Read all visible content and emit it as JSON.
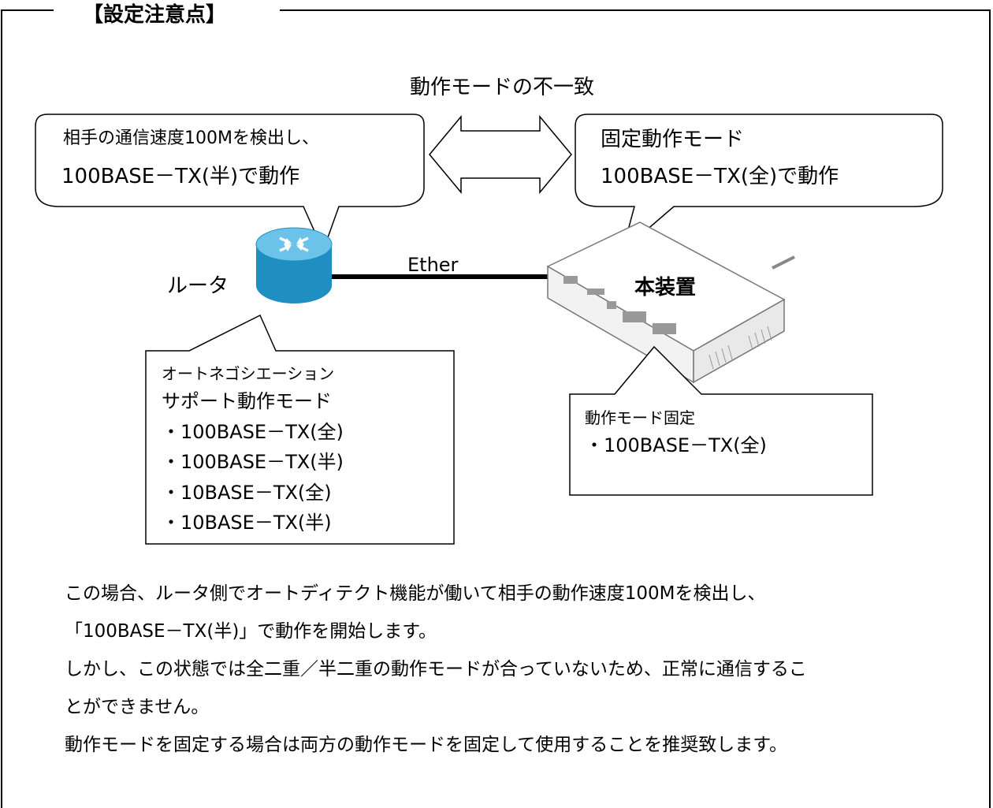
{
  "section_title": "【設定注意点】",
  "mismatch_label": "動作モードの不一致",
  "left_callout": {
    "line1": "相手の通信速度100Mを検出し、",
    "line2": "100BASE－TX(半)で動作"
  },
  "right_callout": {
    "line1": "固定動作モード",
    "line2": "100BASE－TX(全)で動作"
  },
  "router": {
    "label": "ルータ",
    "icon": "router-icon"
  },
  "link_label": "Ether",
  "device": {
    "label": "本装置",
    "icon": "network-device-icon"
  },
  "router_box": {
    "heading1": "オートネゴシエーション",
    "heading2": "サポート動作モード",
    "items": [
      "・100BASE－TX(全)",
      "・100BASE－TX(半)",
      "・10BASE－TX(全)",
      "・10BASE－TX(半)"
    ]
  },
  "device_box": {
    "heading": "動作モード固定",
    "items": [
      "・100BASE－TX(全)"
    ]
  },
  "paragraphs": [
    "この場合、ルータ側でオートディテクト機能が働いて相手の動作速度100Mを検出し、",
    "「100BASE－TX(半)」で動作を開始します。",
    "しかし、この状態では全二重／半二重の動作モードが合っていないため、正常に通信するこ",
    "とができません。",
    "動作モードを固定する場合は両方の動作モードを固定して使用することを推奨致します。"
  ]
}
